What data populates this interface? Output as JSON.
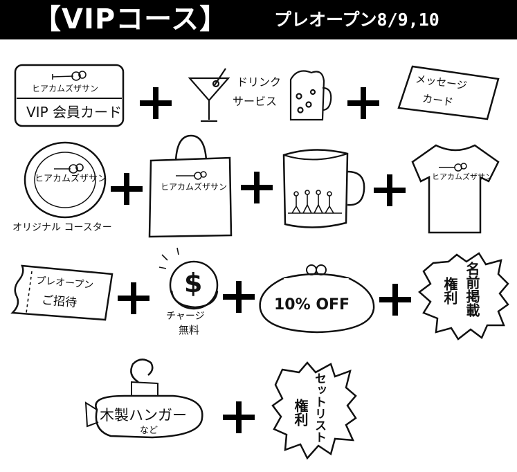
{
  "header": {
    "title": "【VIPコース】",
    "subtitle": "プレオープン8/9,10"
  },
  "logo_text": "ヒアカムズザサン",
  "items": {
    "vip_card": {
      "label": "VIP 会員カード"
    },
    "drink": {
      "label_line1": "ドリンク",
      "label_line2": "サービス"
    },
    "message_card": {
      "label_line1": "メッセージ",
      "label_line2": "カード"
    },
    "coaster": {
      "label": "オリジナル コースター"
    },
    "preopen": {
      "label_line1": "プレオープン",
      "label_line2": "ご招待"
    },
    "charge": {
      "label_line1": "チャージ",
      "label_line2": "無料",
      "symbol": "$"
    },
    "discount": {
      "label": "10% OFF"
    },
    "name_rights": {
      "col1": "名前掲載",
      "col2": "権利"
    },
    "hanger": {
      "label": "木製ハンガー",
      "sub": "など"
    },
    "setlist_rights": {
      "col1": "セットリスト",
      "col2": "権利"
    }
  },
  "plus_sign": "+"
}
